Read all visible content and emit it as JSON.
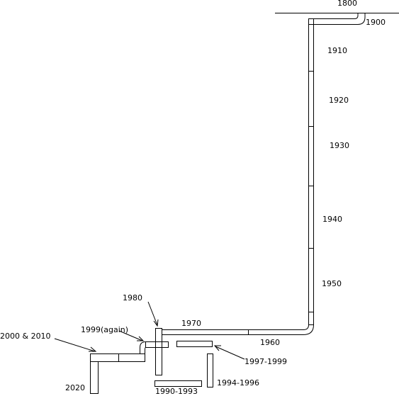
{
  "labels": {
    "y1800": "1800",
    "y1900": "1900",
    "y1910": "1910",
    "y1920": "1920",
    "y1930": "1930",
    "y1940": "1940",
    "y1950": "1950",
    "y1960": "1960",
    "y1970": "1970",
    "y1980": "1980",
    "y1999again": "1999(again)",
    "y2000_2010": "2000 & 2010",
    "y1997_1999": "1997-1999",
    "y1994_1996": "1994-1996",
    "y1990_1993": "1990-1993",
    "y2020": "2020"
  },
  "colors": {
    "line": "#000000",
    "background": "#ffffff"
  }
}
